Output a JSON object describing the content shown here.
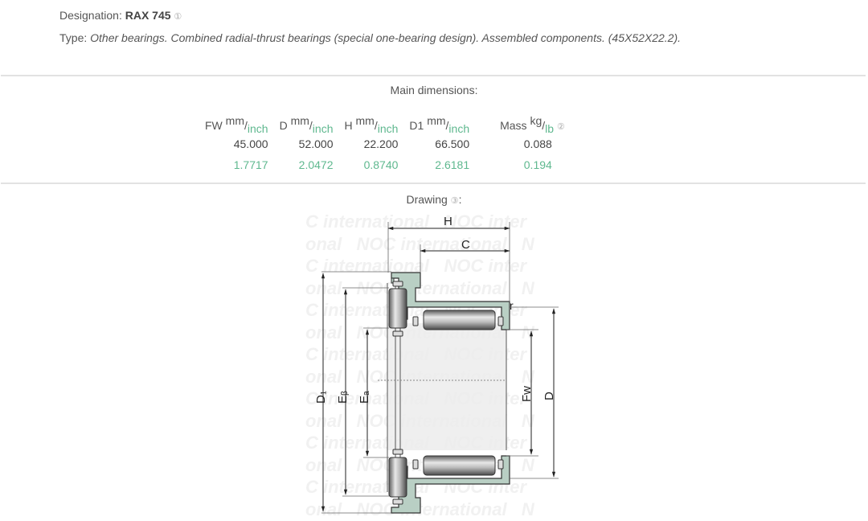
{
  "product": {
    "designation_label": "Designation:",
    "designation_value": "RAX 745",
    "designation_note": "①",
    "type_label": "Type:",
    "type_value": "Other bearings. Combined radial-thrust bearings (special one-bearing design). Assembled components. (45X52X22.2)."
  },
  "main_dimensions": {
    "title": "Main dimensions:",
    "columns": [
      {
        "name": "FW",
        "unit_top": "mm",
        "unit_bottom": "inch",
        "mm": "45.000",
        "inch": "1.7717"
      },
      {
        "name": "D",
        "unit_top": "mm",
        "unit_bottom": "inch",
        "mm": "52.000",
        "inch": "2.0472"
      },
      {
        "name": "H",
        "unit_top": "mm",
        "unit_bottom": "inch",
        "mm": "22.200",
        "inch": "0.8740"
      },
      {
        "name": "D1",
        "unit_top": "mm",
        "unit_bottom": "inch",
        "mm": "66.500",
        "inch": "2.6181"
      },
      {
        "name": "Mass",
        "unit_top": "kg",
        "unit_bottom": "lb",
        "note": "②",
        "mm": "0.088",
        "inch": "0.194"
      }
    ]
  },
  "drawing": {
    "title": "Drawing",
    "note": "③",
    "suffix": ":",
    "labels": {
      "H": "H",
      "C": "C",
      "r": "r",
      "D1": "D₁",
      "Eb": "Eᵦ",
      "Ea": "Eₐ",
      "Fw": "Fw",
      "D": "D"
    },
    "watermark_text": "NOC international"
  },
  "colors": {
    "text": "#555555",
    "inch_green": "#5fb88f",
    "separator": "#e2e2e2",
    "cage_green": "#b9cfc4"
  }
}
